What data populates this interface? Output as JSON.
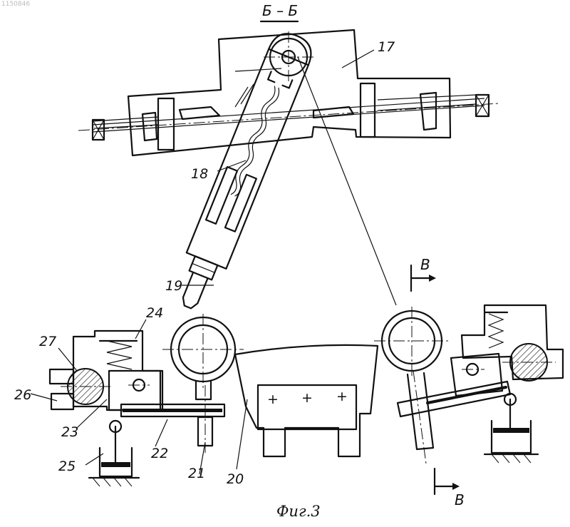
{
  "figure": {
    "section_label": "Б – Б",
    "caption": "Фиг.3",
    "watermark": "1150846",
    "cut_labels": [
      "В",
      "В"
    ],
    "part_labels": {
      "p17": "17",
      "p18": "18",
      "p19": "19",
      "p20": "20",
      "p21": "21",
      "p22": "22",
      "p23": "23",
      "p24": "24",
      "p25": "25",
      "p26": "26",
      "p27": "27"
    }
  }
}
